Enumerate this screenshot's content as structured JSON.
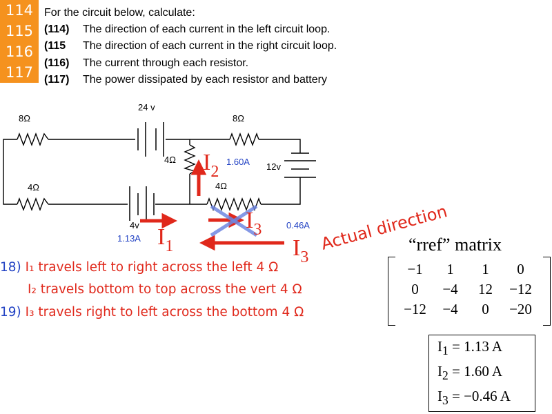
{
  "badges": [
    "114",
    "115",
    "116",
    "117"
  ],
  "intro": "For the circuit below, calculate:",
  "questions": [
    {
      "num": "(114)",
      "text": "The direction of each current in the left circuit loop."
    },
    {
      "num": "(115",
      "text": "The direction of each current in the right circuit loop."
    },
    {
      "num": "(116)",
      "text": "The current through each resistor."
    },
    {
      "num": "(117)",
      "text": "The power dissipated by each resistor and battery"
    }
  ],
  "circuit": {
    "battery_top": "24 v",
    "battery_right": "12v",
    "battery_bottom": "4v",
    "r_top_left": "8Ω",
    "r_top_right": "8Ω",
    "r_bottom_left": "4Ω",
    "r_bottom_right": "4Ω",
    "r_vertical": "4Ω",
    "i1_letter": "I",
    "i1_sub": "1",
    "i2_letter": "I",
    "i2_sub": "2",
    "i3_letter": "I",
    "i3_sub": "3",
    "i3_cross_letter": "I",
    "i3_cross_sub": "3",
    "i1_value": "1.13A",
    "i2_value": "1.60A",
    "i3_value": "0.46A",
    "actual_direction": "Actual direction"
  },
  "answers": [
    {
      "num": "18)",
      "text": "I₁ travels left to right across the left 4 Ω"
    },
    {
      "num": "",
      "text": "I₂ travels bottom to top across the vert  4 Ω"
    },
    {
      "num": "19)",
      "text": "I₃ travels right to left across the bottom 4 Ω"
    }
  ],
  "matrix": {
    "title": "“rref” matrix",
    "rows": [
      [
        "−1",
        "1",
        "1",
        "0"
      ],
      [
        "0",
        "−4",
        "12",
        "−12"
      ],
      [
        "−12",
        "−4",
        "0",
        "−20"
      ]
    ]
  },
  "results": [
    {
      "label": "I",
      "sub": "1",
      "value": " = 1.13 A"
    },
    {
      "label": "I",
      "sub": "2",
      "value": " = 1.60 A"
    },
    {
      "label": "I",
      "sub": "3",
      "value": " = −0.46 A"
    }
  ],
  "colors": {
    "badge": "#f5921e",
    "red": "#e0281b",
    "blue": "#2343c4",
    "cross": "#6f86e0"
  }
}
